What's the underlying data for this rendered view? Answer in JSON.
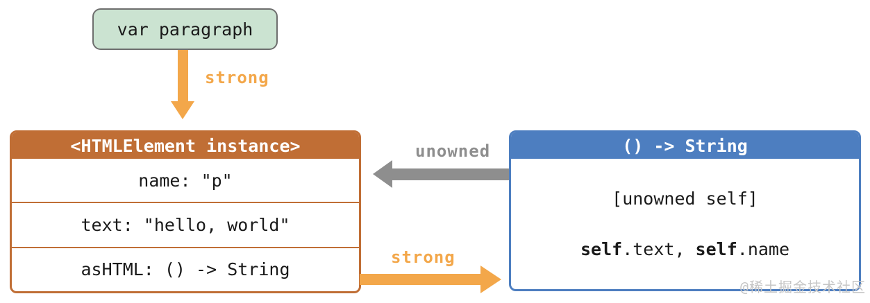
{
  "diagram": {
    "variable_box": {
      "label": "var paragraph"
    },
    "strong_ref_top": {
      "label": "strong"
    },
    "instance_box": {
      "title": "<HTMLElement instance>",
      "rows": [
        "name: \"p\"",
        "text: \"hello, world\"",
        "asHTML: () -> String"
      ]
    },
    "unowned_ref": {
      "label": "unowned"
    },
    "strong_ref_bottom": {
      "label": "strong"
    },
    "closure_box": {
      "title": "() -> String",
      "capture_list": "[unowned self]",
      "body_segments": [
        {
          "text": "self",
          "bold": true
        },
        {
          "text": ".text, ",
          "bold": false
        },
        {
          "text": "self",
          "bold": true
        },
        {
          "text": ".name",
          "bold": false
        }
      ]
    },
    "watermark": "@稀土掘金技术社区",
    "colors": {
      "instance_accent": "#c06e35",
      "closure_accent": "#4d7ec0",
      "strong_arrow": "#f3a74a",
      "unowned_arrow": "#8e8e8e",
      "variable_fill": "#cbe3d1",
      "variable_border": "#6e6e6e"
    }
  }
}
